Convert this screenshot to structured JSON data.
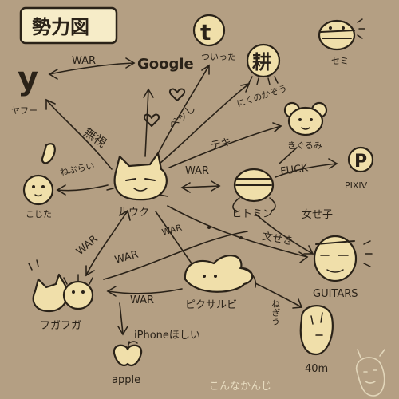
{
  "title": "勢力図",
  "footer": "こんなかんじ",
  "nodes": {
    "yahoo": {
      "glyph": "y",
      "label": "ヤフー"
    },
    "google": {
      "glyph": "Google"
    },
    "twitter": {
      "glyph": "t",
      "label": "ついった"
    },
    "mixi": {
      "glyph": "耕"
    },
    "semi": {
      "label": "セミ"
    },
    "kigurumi": {
      "label": "きぐるみ"
    },
    "pixiv": {
      "glyph": "P",
      "label": "PIXIV"
    },
    "kojita": {
      "label": "こじた"
    },
    "ruuku": {
      "label": "ルウク"
    },
    "hitomin": {
      "label": "ヒトミン"
    },
    "fugafuga": {
      "label": "フガフガ"
    },
    "pikusarubi": {
      "label": "ピクサルビ"
    },
    "guitars": {
      "label": "GUITARS"
    },
    "fortym": {
      "label": "40m"
    },
    "apple": {
      "label": "apple"
    }
  },
  "edge_labels": {
    "ruuku_google_war": "WAR",
    "ruuku_yahoo_mushi": "無視",
    "ruuku_twitter": "ベッし",
    "ruuku_kigurumi": "テキ",
    "mixi_kigurumi": "にくのかぞう",
    "ruuku_kojita": "ねぶらい",
    "ruuku_hitomin_war": "WAR",
    "hitomin_pixiv": "FUCK",
    "hitomin_joshi": "女せ子",
    "hitomin_guitars": "文せき",
    "ruuku_fugafuga_war": "WAR",
    "fugafuga_pikusarubi_war": "WAR",
    "ruuku_guitars_war": "WAR",
    "pikusarubi_fugafuga_war2": "WAR",
    "pikusarubi_fortym": "ねぎう",
    "apple_iphone": "iPhoneほしい"
  }
}
